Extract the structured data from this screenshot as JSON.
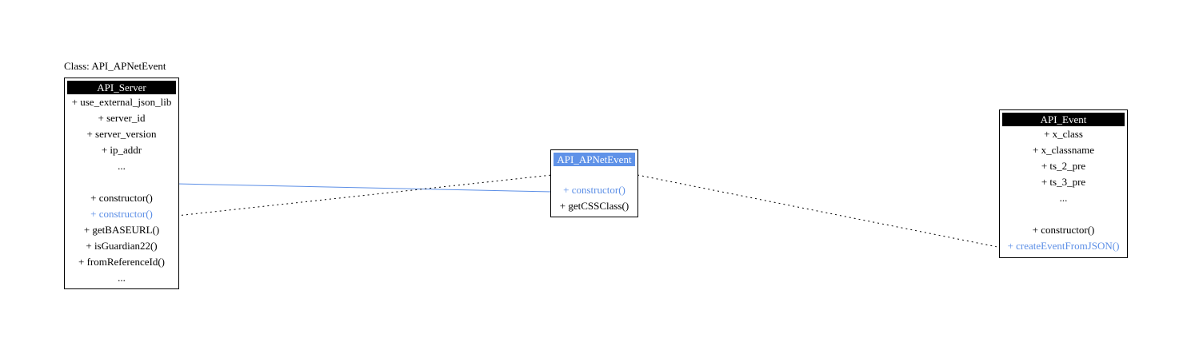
{
  "page_title": "Class: API_APNetEvent",
  "colors": {
    "header_black": "#000000",
    "header_blue": "#5f92e8",
    "highlight_text": "#5b8ee6",
    "connector": "#000000"
  },
  "classes": {
    "server": {
      "name": "API_Server",
      "attributes": [
        "+ use_external_json_lib",
        "+ server_id",
        "+ server_version",
        "+ ip_addr",
        "..."
      ],
      "methods": [
        "+ constructor()",
        "+ constructor()",
        "+ getBASEURL()",
        "+ isGuardian22()",
        "+ fromReferenceId()",
        "..."
      ]
    },
    "apnetevent": {
      "name": "API_APNetEvent",
      "methods": [
        "+ constructor()",
        "+ getCSSClass()"
      ]
    },
    "event": {
      "name": "API_Event",
      "attributes": [
        "+ x_class",
        "+ x_classname",
        "+ ts_2_pre",
        "+ ts_3_pre",
        "..."
      ],
      "methods": [
        "+ constructor()",
        "+ createEventFromJSON()"
      ]
    }
  }
}
